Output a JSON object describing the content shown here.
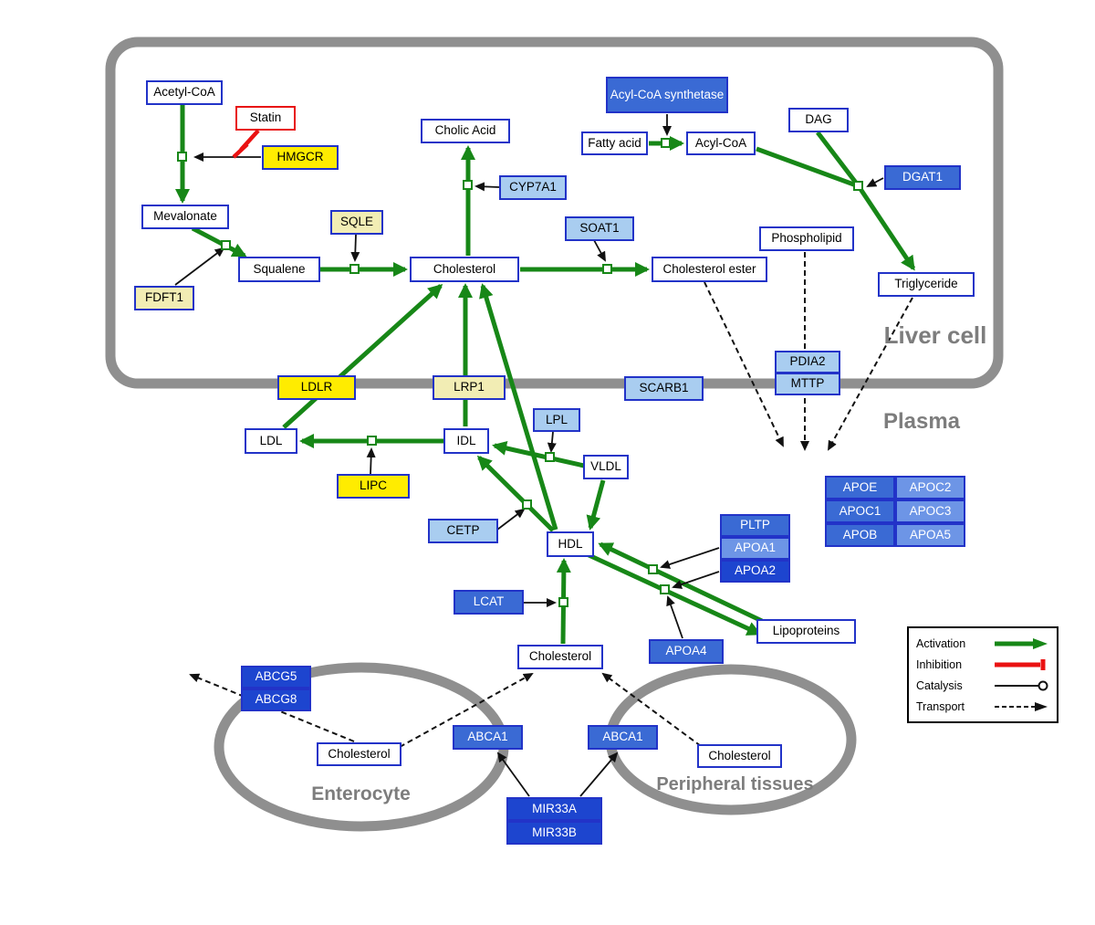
{
  "diagram": {
    "compartments": {
      "liver": "Liver cell",
      "plasma": "Plasma",
      "enterocyte": "Enterocyte",
      "peripheral": "Peripheral tissues"
    },
    "legend": {
      "activation": "Activation",
      "inhibition": "Inhibition",
      "catalysis": "Catalysis",
      "transport": "Transport"
    },
    "colors": {
      "activation_green": "#178717",
      "inhibition_red": "#ea1212",
      "membrane_gray": "#8f8f8f",
      "node_border_blue": "#2233c8",
      "highlight_yellow": "#ffec00",
      "pale_yellow": "#f2edb4",
      "light_blue": "#a9cdf0",
      "medium_blue": "#3a6ad4",
      "dark_blue": "#1d45cf"
    }
  },
  "nodes": {
    "acetyl_coa": "Acetyl-CoA",
    "statin": "Statin",
    "hmgcr": "HMGCR",
    "mevalonate": "Mevalonate",
    "fdft1": "FDFT1",
    "squalene": "Squalene",
    "sqle": "SQLE",
    "cholesterol_liver": "Cholesterol",
    "cholic_acid": "Cholic Acid",
    "cyp7a1": "CYP7A1",
    "soat1": "SOAT1",
    "cholesterol_ester": "Cholesterol ester",
    "acyl_coa_synthetase": "Acyl-CoA synthetase",
    "fatty_acid": "Fatty acid",
    "acyl_coa": "Acyl-CoA",
    "dag": "DAG",
    "dgat1": "DGAT1",
    "phospholipid": "Phospholipid",
    "triglyceride": "Triglyceride",
    "pdia2": "PDIA2",
    "mttp": "MTTP",
    "ldlr": "LDLR",
    "lrp1": "LRP1",
    "scarb1": "SCARB1",
    "ldl": "LDL",
    "idl": "IDL",
    "lpl": "LPL",
    "vldl": "VLDL",
    "lipc": "LIPC",
    "cetp": "CETP",
    "hdl": "HDL",
    "pltp": "PLTP",
    "apoa1": "APOA1",
    "apoa2": "APOA2",
    "apoe": "APOE",
    "apoc2": "APOC2",
    "apoc1": "APOC1",
    "apoc3": "APOC3",
    "apob": "APOB",
    "apoa5": "APOA5",
    "lcat": "LCAT",
    "apoa4": "APOA4",
    "lipoproteins": "Lipoproteins",
    "cholesterol_plasma": "Cholesterol",
    "abcg5": "ABCG5",
    "abcg8": "ABCG8",
    "cholesterol_enterocyte": "Cholesterol",
    "abca1_left": "ABCA1",
    "abca1_right": "ABCA1",
    "cholesterol_peripheral": "Cholesterol",
    "mir33a": "MIR33A",
    "mir33b": "MIR33B"
  }
}
